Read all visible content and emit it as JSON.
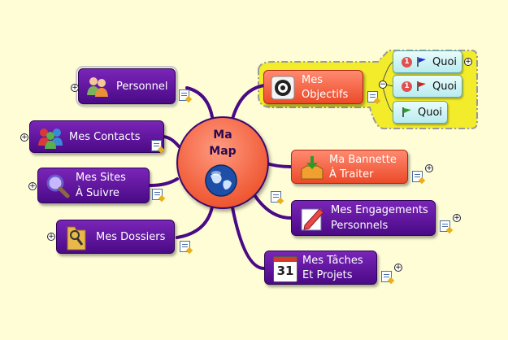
{
  "central": {
    "line1": "Ma",
    "line2": "Map",
    "icon": "globe-icon"
  },
  "nodes": {
    "personnel": {
      "label": "Personnel",
      "icon": "people-icon"
    },
    "contacts": {
      "label": "Mes Contacts",
      "icon": "contacts-icon"
    },
    "sites": {
      "line1": "Mes Sites",
      "line2": "À Suivre",
      "icon": "magnifier-icon"
    },
    "dossiers": {
      "label": "Mes Dossiers",
      "icon": "folder-icon"
    },
    "objectifs": {
      "line1": "Mes",
      "line2": "Objectifs",
      "icon": "target-icon"
    },
    "bannette": {
      "line1": "Ma Bannette",
      "line2": "À Traiter",
      "icon": "inbox-icon"
    },
    "engagements": {
      "line1": "Mes Engagements",
      "line2": "Personnels",
      "icon": "pencil-icon"
    },
    "taches": {
      "line1": "Mes Tâches",
      "line2": "Et Projets",
      "icon": "calendar-icon",
      "calendar_day": "31"
    }
  },
  "quoi": [
    {
      "label": "Quoi",
      "priority": "1",
      "flag_color": "#1a2ed8"
    },
    {
      "label": "Quoi",
      "priority": "1",
      "flag_color": "#e01818"
    },
    {
      "label": "Quoi",
      "priority": "",
      "flag_color": "#2aa22a"
    }
  ],
  "colors": {
    "background": "#fffdd6",
    "branch": "#4a0a86",
    "highlight": "#f2ec2a"
  }
}
